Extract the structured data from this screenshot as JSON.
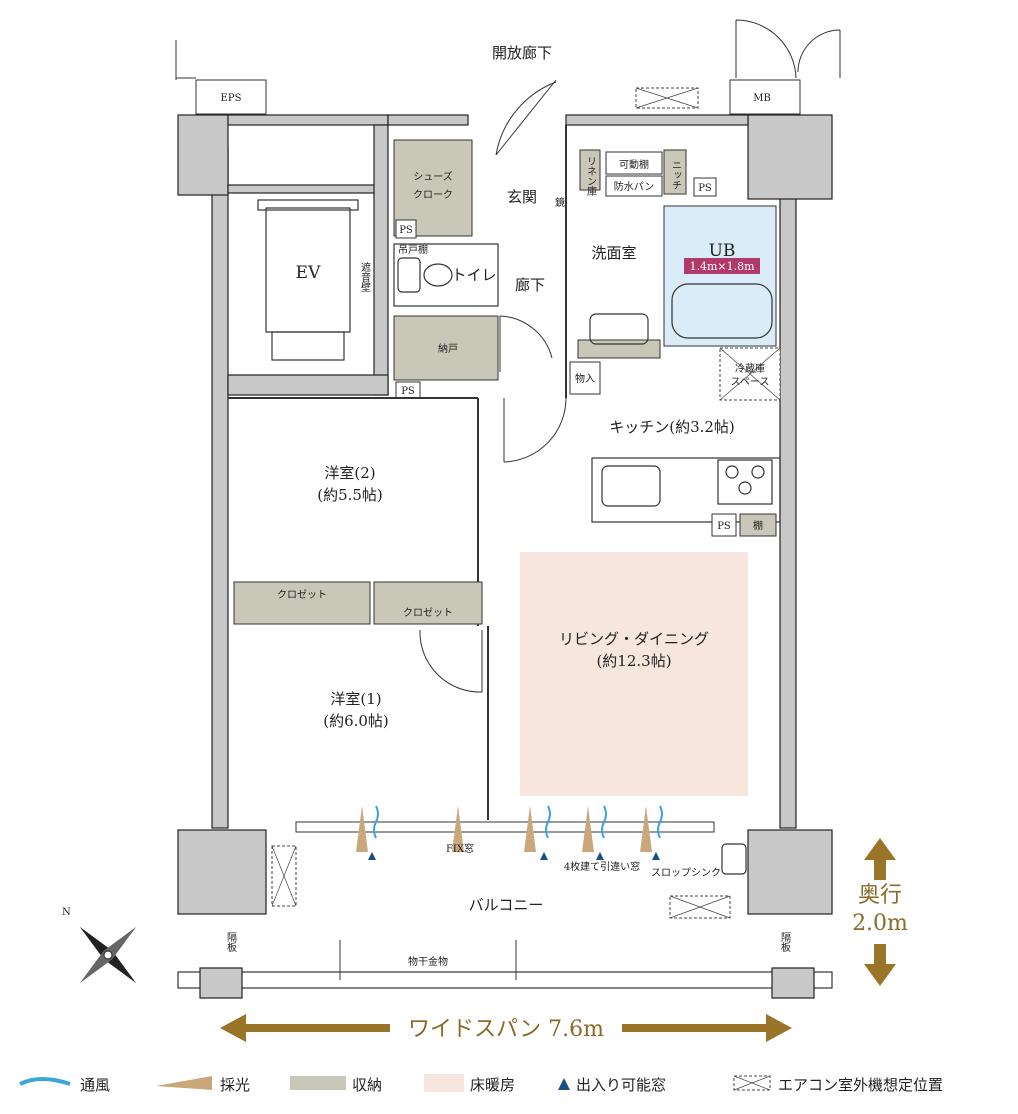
{
  "labels": {
    "corridor": "開放廊下",
    "eps": "EPS",
    "mb": "MB",
    "ev": "EV",
    "soundproof_wall": "遮音壁",
    "shoes_cloak": "シューズ\nクローク",
    "entrance": "玄関",
    "mirror": "鏡",
    "ps": "PS",
    "hanging_shelf": "吊戸棚",
    "toilet": "トイレ",
    "hallway": "廊下",
    "closet_storage": "納戸",
    "linen": "リネン庫",
    "movable_shelf": "可動棚",
    "waterproof_pan": "防水パン",
    "niche": "ニッチ",
    "washroom": "洗面室",
    "ub": "UB",
    "ub_size": "1.4m×1.8m",
    "fridge_space": "冷蔵庫\nスペース",
    "storage_small": "物入",
    "kitchen": "キッチン(約3.2帖)",
    "shelf": "棚",
    "western2": "洋室(2)",
    "western2_size": "(約5.5帖)",
    "closet": "クロゼット",
    "living": "リビング・ダイニング",
    "living_size": "(約12.3帖)",
    "western1": "洋室(1)",
    "western1_size": "(約6.0帖)",
    "fix_window": "FIX窓",
    "sliding_window": "4枚建て引違い窓",
    "slop_sink": "スロップシンク",
    "balcony": "バルコニー",
    "partition": "隔板",
    "laundry_hanger": "物干金物",
    "depth_label": "奥行",
    "depth_value": "2.0m",
    "wide_span": "ワイドスパン 7.6m",
    "compass_n": "N"
  },
  "legend": [
    {
      "key": "ventilation",
      "label": "通風",
      "color": "#3aa6dd"
    },
    {
      "key": "light",
      "label": "採光",
      "color": "#c9a77a"
    },
    {
      "key": "storage",
      "label": "収納",
      "color": "#c9c8b8"
    },
    {
      "key": "floor_heating",
      "label": "床暖房",
      "color": "#f6e6de"
    },
    {
      "key": "door_window",
      "label": "出入り可能窓",
      "color": "#1a4f86"
    },
    {
      "key": "ac_unit",
      "label": "エアコン室外機想定位置",
      "color": "#444444"
    }
  ],
  "colors": {
    "floor_heating": "#f6e6de",
    "storage": "#c9c8b8",
    "ub": "#d9ecf7",
    "ub_badge": "#b23a6a",
    "accent_gold": "#9a7428",
    "wall": "#c8c8c8"
  }
}
